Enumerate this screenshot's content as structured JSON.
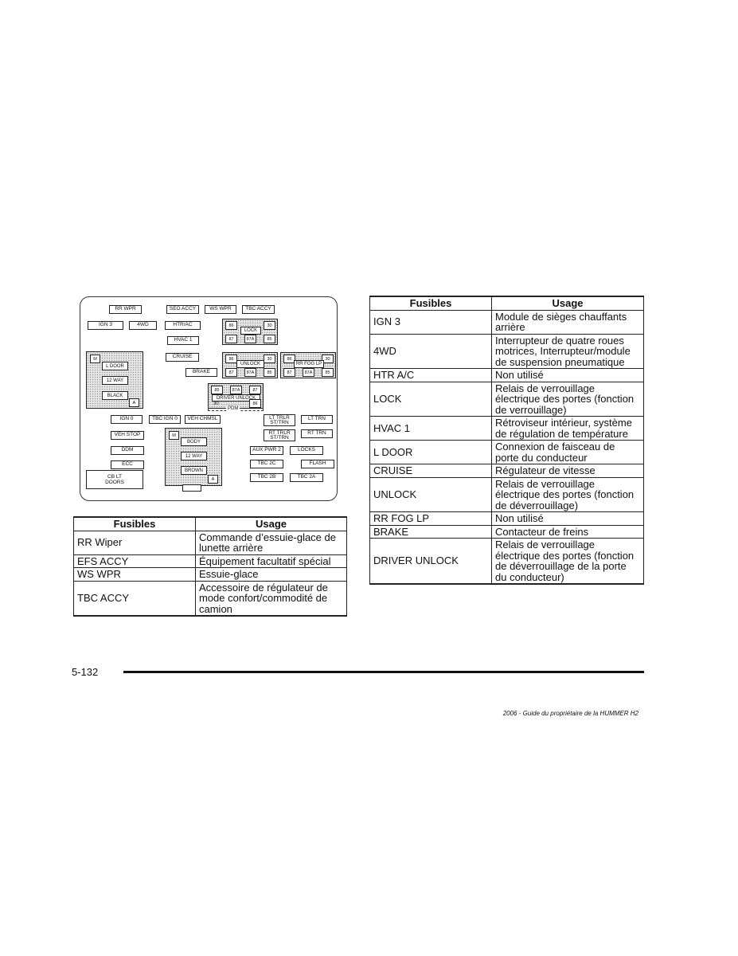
{
  "diagram": {
    "fuses": {
      "rr_wpr": "RR WPR",
      "seo_accy": "SEO ACCY",
      "ws_wpr": "WS WPR",
      "tbc_accy": "TBC ACCY",
      "ign3": "IGN 3",
      "fourwd": "4WD",
      "htr_ac": "HTR/AC",
      "hvac1": "HVAC 1",
      "cruise": "CRUISE",
      "brake": "BRAKE",
      "ign0": "IGN 0",
      "tbc_ign0": "TBC IGN 0",
      "veh_chmsl": "VEH CHMSL",
      "veh_stop": "VEH STOP",
      "ddm": "DDM",
      "ecc": "ECC",
      "lt_trlr": "LT TRLR ST/TRN",
      "lt_trn": "LT TRN",
      "rt_trlr": "RT TRLR ST/TRN",
      "rt_trn": "RT TRN",
      "aux_pwr2": "AUX PWR 2",
      "locks": "LOCKS",
      "tbc2c": "TBC 2C",
      "flash": "FLASH",
      "tbc2b": "TBC 2B",
      "tbc2a": "TBC 2A",
      "cb_lt_doors": "CB LT DOORS"
    },
    "relays": {
      "lock": "LOCK",
      "unlock": "UNLOCK",
      "rr_fog_lp": "RR FOG LP",
      "driver_unlock": "DRIVER UNLOCK",
      "pdm": "PDM"
    },
    "pins": {
      "p85": "85",
      "p86": "86",
      "p87": "87",
      "p87a": "87A",
      "p30": "30"
    },
    "modules": {
      "m": "M",
      "a": "A",
      "l_door": "L DOOR",
      "twelve_way": "12 WAY",
      "black": "BLACK",
      "body": "BODY",
      "brown": "BROWN"
    }
  },
  "left_table": {
    "headers": [
      "Fusibles",
      "Usage"
    ],
    "rows": [
      [
        "RR Wiper",
        "Commande d’essuie-glace de lunette arrière"
      ],
      [
        "EFS ACCY",
        "Équipement facultatif spécial"
      ],
      [
        "WS WPR",
        "Essuie-glace"
      ],
      [
        "TBC ACCY",
        "Accessoire de régulateur de mode confort/commodité de camion"
      ]
    ]
  },
  "right_table": {
    "headers": [
      "Fusibles",
      "Usage"
    ],
    "rows": [
      [
        "IGN 3",
        "Module de sièges chauffants arrière"
      ],
      [
        "4WD",
        "Interrupteur de quatre roues motrices, Interrupteur/module de suspension pneumatique"
      ],
      [
        "HTR A/C",
        "Non utilisé"
      ],
      [
        "LOCK",
        "Relais de verrouillage électrique des portes (fonction de verrouillage)"
      ],
      [
        "HVAC 1",
        "Rétroviseur intérieur, système de régulation de température"
      ],
      [
        "L DOOR",
        "Connexion de faisceau de porte du conducteur"
      ],
      [
        "CRUISE",
        "Régulateur de vitesse"
      ],
      [
        "UNLOCK",
        "Relais de verrouillage électrique des portes (fonction de déverrouillage)"
      ],
      [
        "RR FOG LP",
        "Non utilisé"
      ],
      [
        "BRAKE",
        "Contacteur de freins"
      ],
      [
        "DRIVER UNLOCK",
        "Relais de verrouillage électrique des portes (fonction de déverrouillage de la porte du conducteur)"
      ]
    ]
  },
  "footer": {
    "page_number": "5-132",
    "caption": "2006 - Guide du propriétaire de la HUMMER H2"
  }
}
